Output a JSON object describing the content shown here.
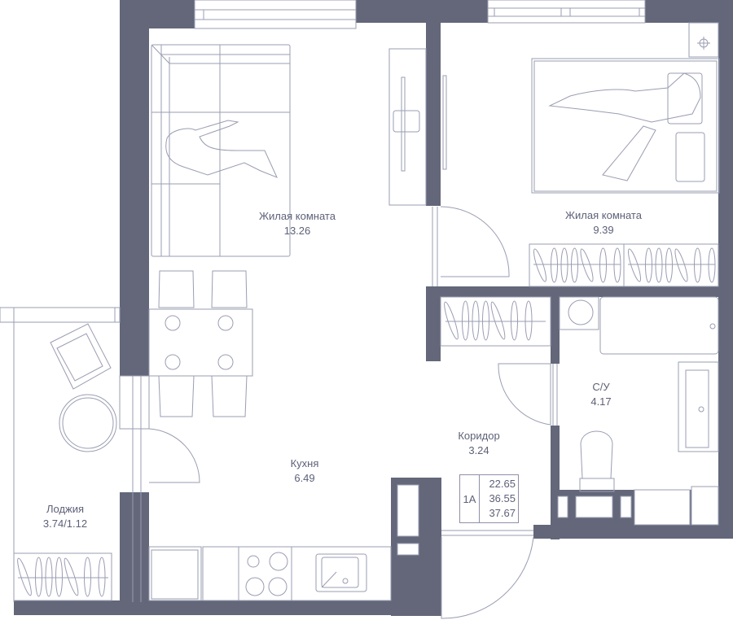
{
  "colors": {
    "wall": "#636779",
    "line": "#9a9db2",
    "text": "#5d6178",
    "background": "#ffffff"
  },
  "rooms": [
    {
      "id": "living-room-1",
      "name": "Жилая комната",
      "area": "13.26"
    },
    {
      "id": "living-room-2",
      "name": "Жилая комната",
      "area": "9.39"
    },
    {
      "id": "bathroom",
      "name": "С/У",
      "area": "4.17"
    },
    {
      "id": "corridor",
      "name": "Коридор",
      "area": "3.24"
    },
    {
      "id": "kitchen",
      "name": "Кухня",
      "area": "6.49"
    },
    {
      "id": "loggia",
      "name": "Лоджия",
      "area": "3.74/1.12"
    }
  ],
  "apartment": {
    "type": "1A",
    "areas": [
      "22.65",
      "36.55",
      "37.67"
    ]
  },
  "icons": [
    "sofa-icon",
    "person-icon",
    "tv-icon",
    "bed-icon",
    "pillow-icon",
    "dining-table-icon",
    "chair-icon",
    "plate-icon",
    "armchair-icon",
    "round-table-icon",
    "wardrobe-icon",
    "bathtub-icon",
    "washing-machine-icon",
    "sink-icon",
    "toilet-icon",
    "stove-icon",
    "kitchen-sink-icon",
    "fridge-icon",
    "door-icon",
    "window-icon",
    "socket-icon"
  ]
}
